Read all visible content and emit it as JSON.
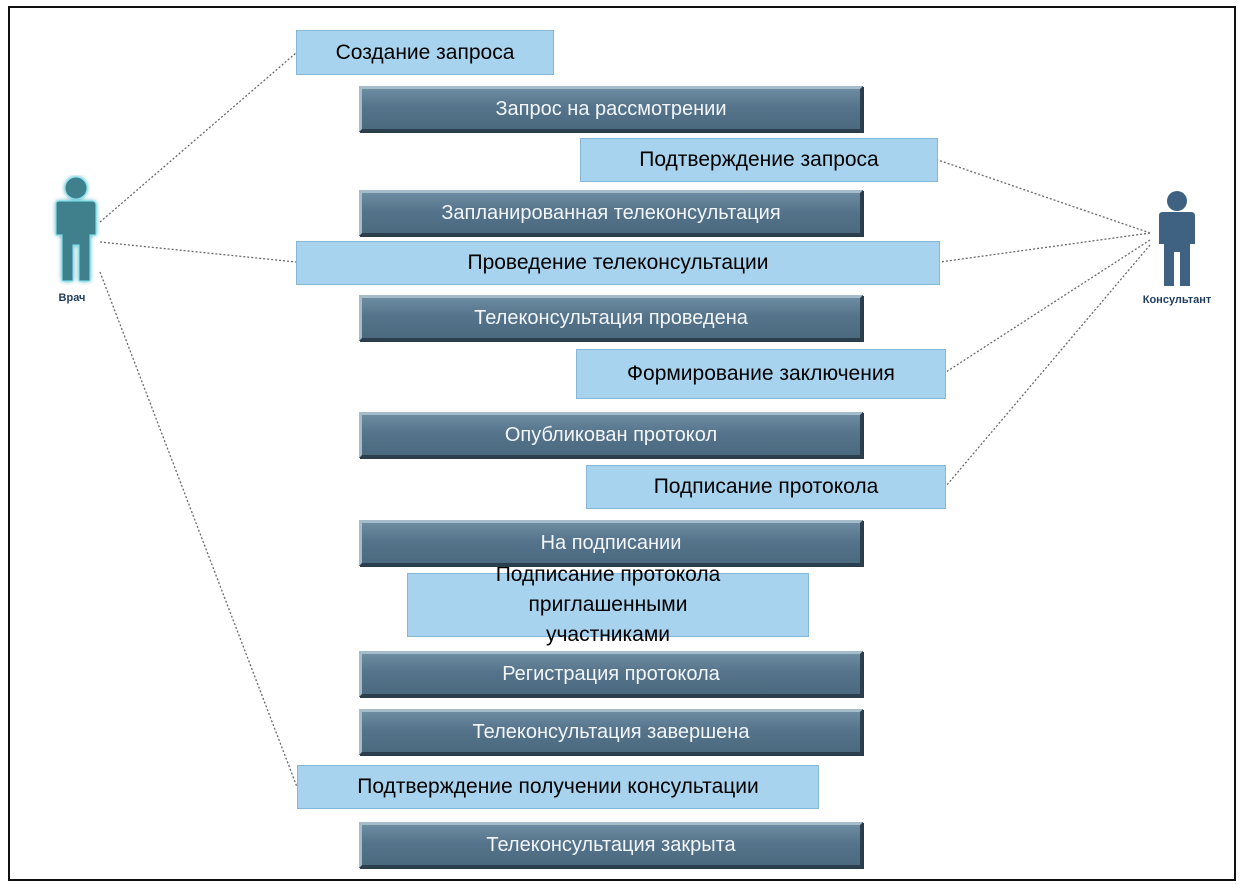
{
  "actors": {
    "doctor": {
      "label": "Врач",
      "color": "#3f7f8c",
      "glow": "#5fe0f0"
    },
    "consultant": {
      "label": "Консультант",
      "color": "#3f6282"
    }
  },
  "actions": {
    "create_request": "Создание запроса",
    "confirm_request": "Подтверждение запроса",
    "conduct_teleconsultation": "Проведение телеконсультации",
    "form_conclusion": "Формирование заключения",
    "sign_protocol": "Подписание протокола",
    "sign_by_invited": "Подписание протокола приглашенными участниками",
    "confirm_receipt": "Подтверждение получении консультации"
  },
  "statuses": {
    "under_review": "Запрос на рассмотрении",
    "scheduled": "Запланированная телеконсультация",
    "conducted": "Телеконсультация проведена",
    "protocol_published": "Опубликован протокол",
    "on_signing": "На подписании",
    "protocol_registration": "Регистрация протокола",
    "completed": "Телеконсультация завершена",
    "closed": "Телеконсультация закрыта"
  },
  "colors": {
    "action_fill": "#a7d3ee",
    "status_fill": "#55738a",
    "connector": "#666666"
  }
}
